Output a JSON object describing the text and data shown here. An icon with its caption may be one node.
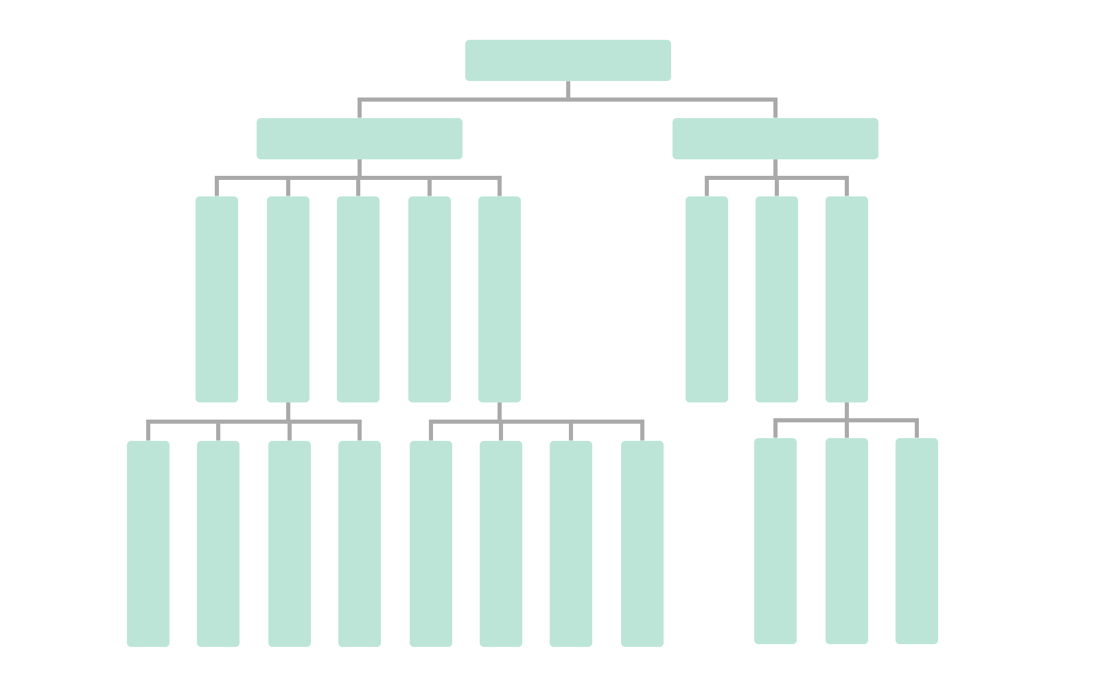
{
  "diagram": {
    "nodes": [
      {
        "text": [],
        "shape": "box"
      },
      {
        "text": [],
        "shape": "box"
      },
      {
        "text": [],
        "shape": "box"
      },
      {
        "text": [],
        "shape": "box"
      },
      {
        "text": [],
        "shape": "box"
      },
      {
        "text": [],
        "shape": "box"
      },
      {
        "text": [],
        "shape": "box"
      },
      {
        "text": [],
        "shape": "box"
      },
      {
        "text": [],
        "shape": "box"
      },
      {
        "text": [],
        "shape": "box"
      },
      {
        "text": [],
        "shape": "box"
      },
      {
        "text": [],
        "shape": "box"
      },
      {
        "text": [],
        "shape": "box"
      },
      {
        "text": [],
        "shape": "box"
      },
      {
        "text": [],
        "shape": "box"
      },
      {
        "text": [],
        "shape": "box"
      },
      {
        "text": [],
        "shape": "box"
      },
      {
        "text": [],
        "shape": "box"
      },
      {
        "text": [],
        "shape": "box"
      },
      {
        "text": [],
        "shape": "box"
      },
      {
        "text": [],
        "shape": "box"
      },
      {
        "text": [],
        "shape": "box"
      }
    ],
    "edges": [
      {
        "from": 0,
        "to": 1,
        "arrow": "none"
      },
      {
        "from": 0,
        "to": 2,
        "arrow": "none"
      },
      {
        "from": 1,
        "to": 3,
        "arrow": "none"
      },
      {
        "from": 1,
        "to": 4,
        "arrow": "none"
      },
      {
        "from": 1,
        "to": 5,
        "arrow": "none"
      },
      {
        "from": 1,
        "to": 6,
        "arrow": "none"
      },
      {
        "from": 1,
        "to": 7,
        "arrow": "none"
      },
      {
        "from": 2,
        "to": 8,
        "arrow": "none"
      },
      {
        "from": 2,
        "to": 9,
        "arrow": "none"
      },
      {
        "from": 2,
        "to": 10,
        "arrow": "none"
      },
      {
        "from": 4,
        "to": 11,
        "arrow": "none"
      },
      {
        "from": 4,
        "to": 12,
        "arrow": "none"
      },
      {
        "from": 4,
        "to": 13,
        "arrow": "none"
      },
      {
        "from": 4,
        "to": 14,
        "arrow": "none"
      },
      {
        "from": 7,
        "to": 15,
        "arrow": "none"
      },
      {
        "from": 7,
        "to": 16,
        "arrow": "none"
      },
      {
        "from": 7,
        "to": 17,
        "arrow": "none"
      },
      {
        "from": 7,
        "to": 18,
        "arrow": "none"
      },
      {
        "from": 10,
        "to": 19,
        "arrow": "none"
      },
      {
        "from": 10,
        "to": 20,
        "arrow": "none"
      },
      {
        "from": 10,
        "to": 21,
        "arrow": "none"
      }
    ]
  }
}
